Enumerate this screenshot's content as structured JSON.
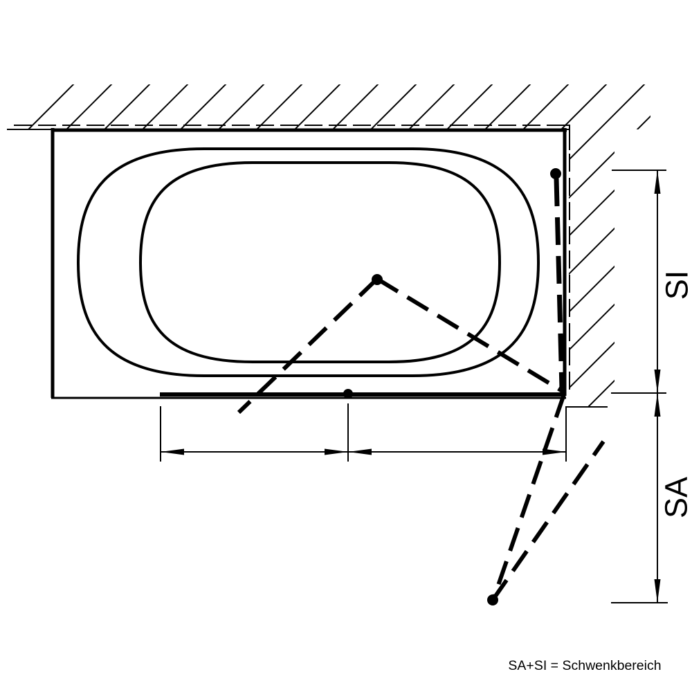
{
  "drawing": {
    "caption": "SA+SI = Schwenkbereich",
    "dimension_labels": {
      "si": "SI",
      "sa": "SA"
    },
    "colors": {
      "line": "#000000",
      "background": "#ffffff"
    }
  }
}
